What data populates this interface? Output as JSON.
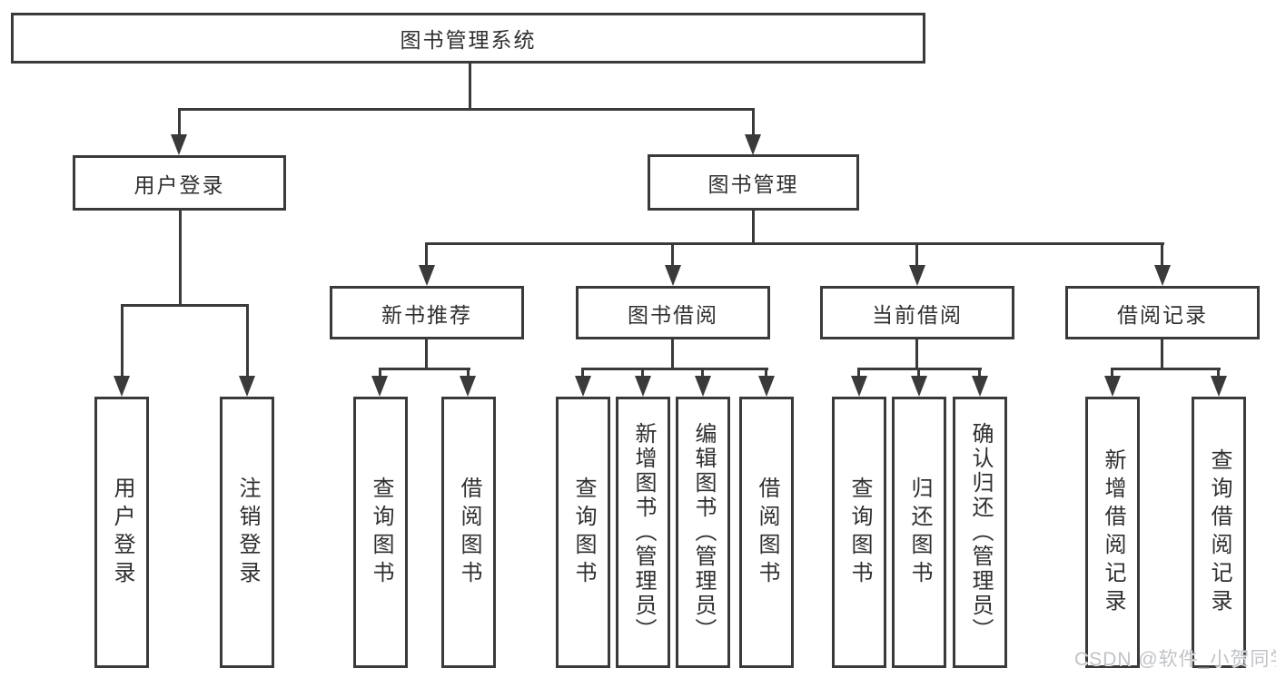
{
  "tree": {
    "root": {
      "label": "图书管理系统"
    },
    "branches": [
      {
        "label": "用户登录",
        "children": [
          {
            "label": "用户登录"
          },
          {
            "label": "注销登录"
          }
        ]
      },
      {
        "label": "图书管理",
        "children": [
          {
            "label": "新书推荐",
            "children": [
              {
                "label": "查询图书"
              },
              {
                "label": "借阅图书"
              }
            ]
          },
          {
            "label": "图书借阅",
            "children": [
              {
                "label": "查询图书"
              },
              {
                "label": "新增图书（管理员）"
              },
              {
                "label": "编辑图书（管理员）"
              },
              {
                "label": "借阅图书"
              }
            ]
          },
          {
            "label": "当前借阅",
            "children": [
              {
                "label": "查询图书"
              },
              {
                "label": "归还图书"
              },
              {
                "label": "确认归还（管理员）"
              }
            ]
          },
          {
            "label": "借阅记录",
            "children": [
              {
                "label": "新增借阅记录"
              },
              {
                "label": "查询借阅记录"
              }
            ]
          }
        ]
      }
    ]
  },
  "watermark": "CSDN @软件_小贺同学",
  "colors": {
    "line": "#3a3a3a",
    "text": "#2f2f2f",
    "background": "#ffffff",
    "watermark": "#c0c3c7"
  }
}
